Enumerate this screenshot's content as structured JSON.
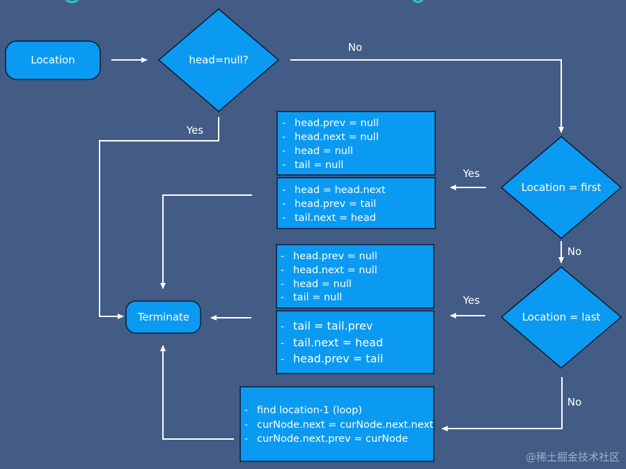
{
  "nodes": {
    "start": "Location",
    "decision_head_null": "head=null?",
    "decision_first": "Location = first",
    "decision_last": "Location = last",
    "terminate": "Terminate"
  },
  "edges": {
    "no_1": "No",
    "yes_1": "Yes",
    "yes_first": "Yes",
    "no_first": "No",
    "yes_last": "Yes",
    "no_last": "No"
  },
  "boxes": {
    "first_single": [
      "head.prev = null",
      "head.next = null",
      "head = null",
      "tail = null"
    ],
    "first_multi": [
      "head = head.next",
      "head.prev = tail",
      "tail.next = head"
    ],
    "last_single": [
      "head.prev = null",
      "head.next = null",
      "head = null",
      "tail = null"
    ],
    "last_multi": [
      "tail = tail.prev",
      "tail.next = head",
      "head.prev = tail"
    ],
    "middle": [
      "find location-1 (loop)",
      "curNode.next = curNode.next.next",
      "curNode.next.prev = curNode"
    ]
  },
  "watermark": "@稀土掘金技术社区",
  "colors": {
    "background": "#435c86",
    "node_fill": "#0a9af2",
    "box_fill": "#0a9af2",
    "stroke": "#0c1a33",
    "arrow": "#ffffff"
  }
}
